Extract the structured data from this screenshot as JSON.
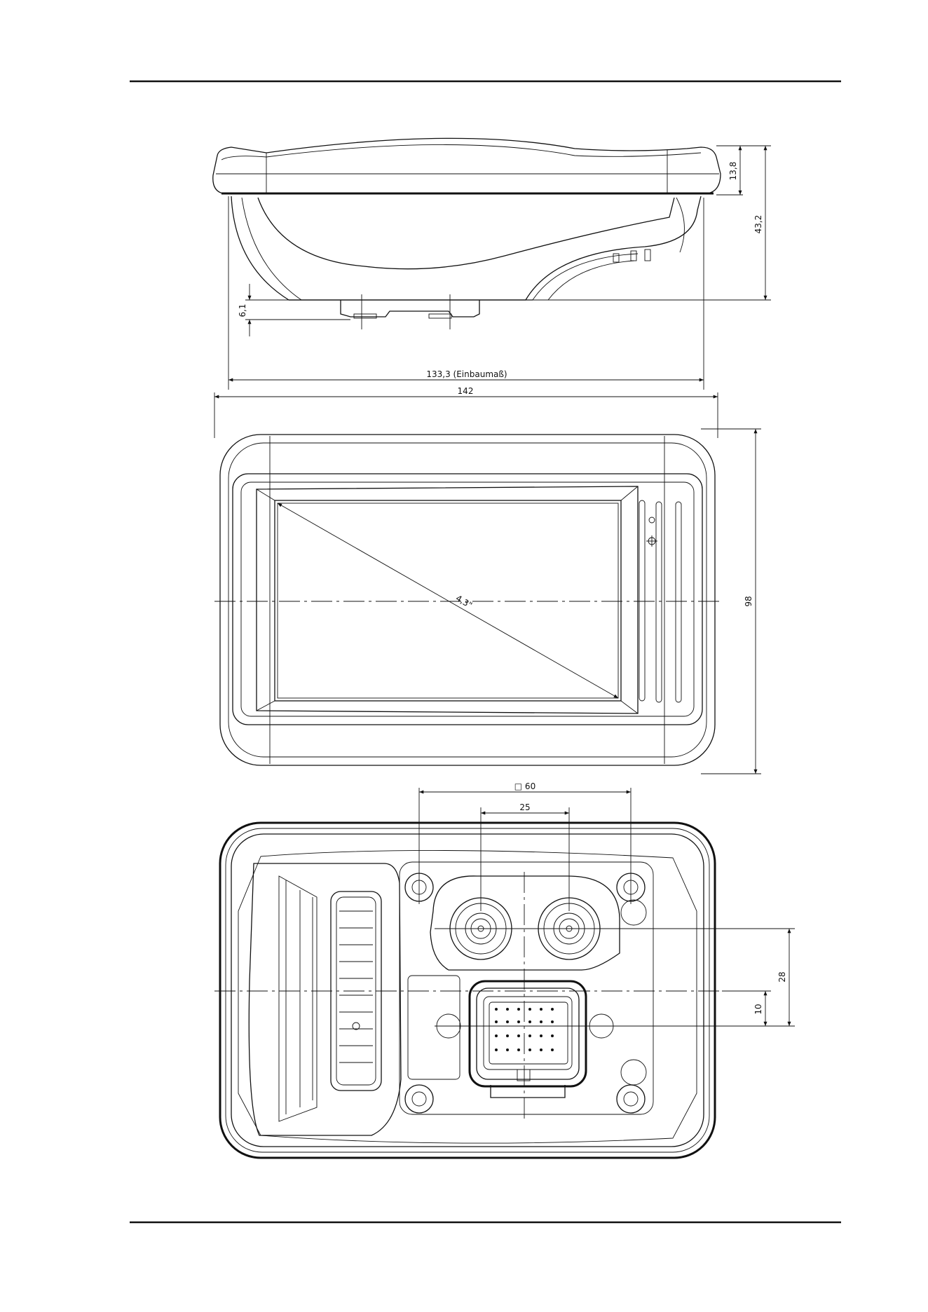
{
  "drawing": {
    "side_view": {
      "dims": {
        "front_thickness": "13,8",
        "total_depth": "43,2",
        "base_height": "6,1",
        "mounting_width": "133,3 (Einbaumaß)"
      }
    },
    "front_view": {
      "dims": {
        "width": "142",
        "height": "98",
        "screen_diagonal": "4,3\""
      }
    },
    "rear_view": {
      "dims": {
        "square_pattern": "□ 60",
        "connector_spacing": "25",
        "vertical_offset": "28",
        "center_offset": "10"
      }
    }
  }
}
